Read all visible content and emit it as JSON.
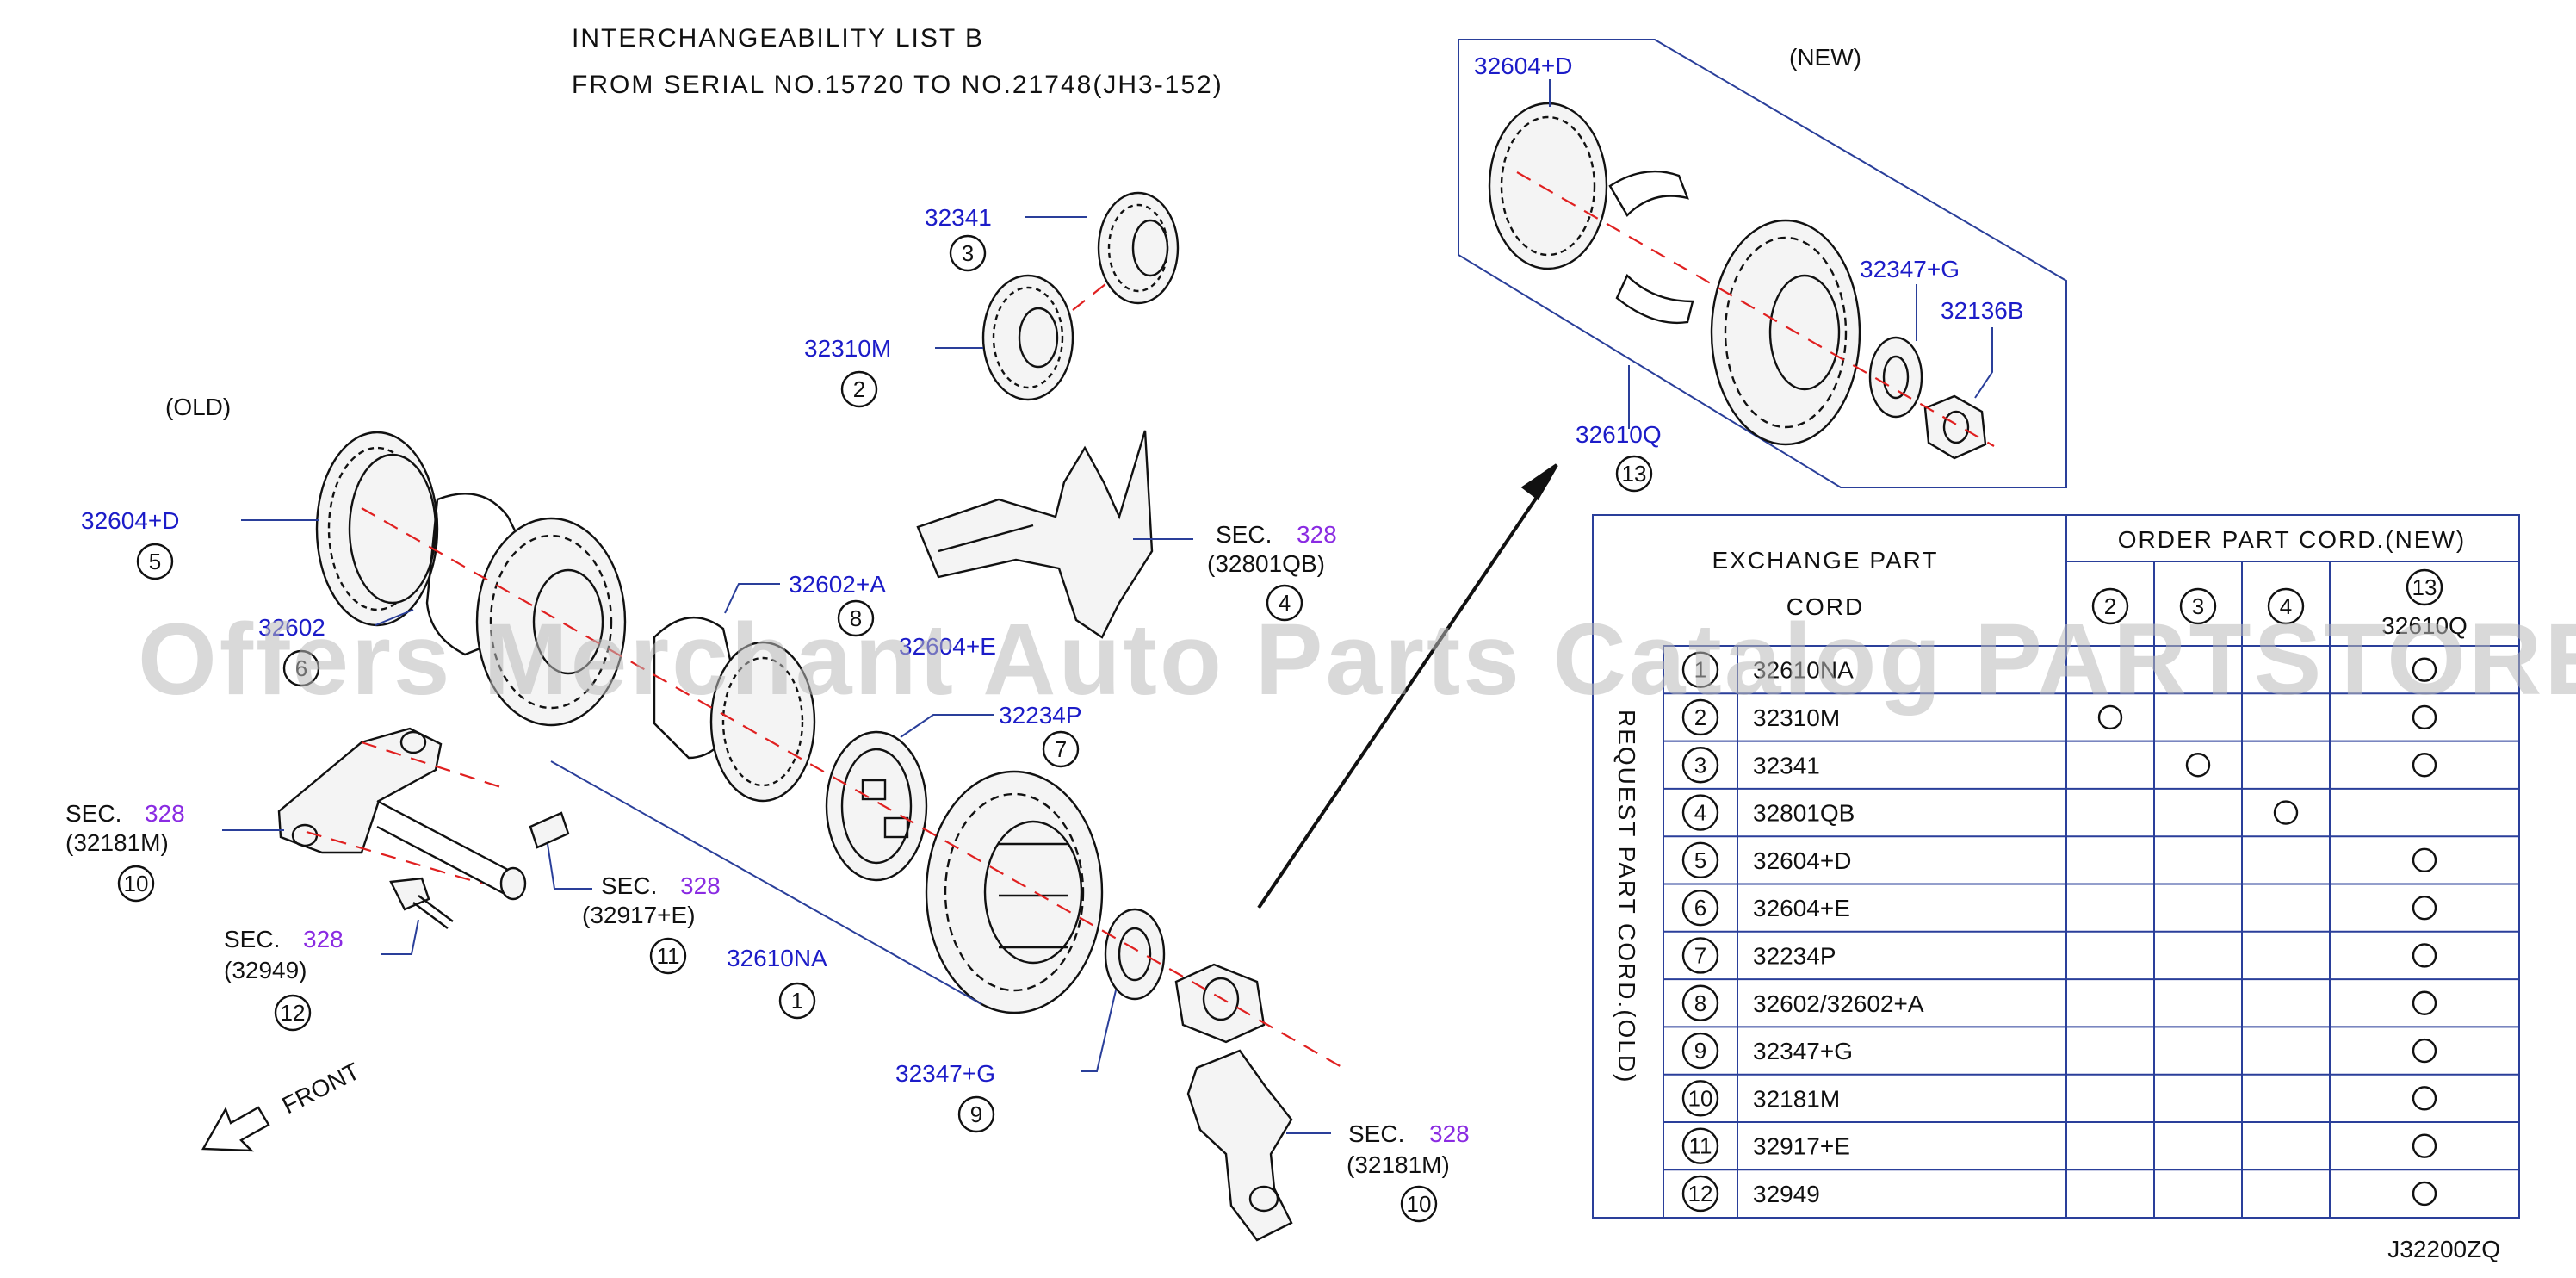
{
  "header": {
    "line1": "INTERCHANGEABILITY  LIST  B",
    "line2": "FROM  SERIAL  NO.15720  TO  NO.21748(JH3-152)"
  },
  "sections": {
    "old": "(OLD)",
    "new": "(NEW)"
  },
  "front_label": "FRONT",
  "watermark": "Offers Merchant Auto Parts Catalog PARTSTORE.SA",
  "diagram_code": "J32200ZQ",
  "callouts": {
    "p32341": {
      "code": "32341",
      "num": "3"
    },
    "p32310M": {
      "code": "32310M",
      "num": "2"
    },
    "p32604D_old": {
      "code": "32604+D",
      "num": "5"
    },
    "p32602": {
      "code": "32602",
      "num": "6"
    },
    "p32602A": {
      "code": "32602+A",
      "num": "8"
    },
    "p3260xE": {
      "code": "32604+E"
    },
    "p32234P": {
      "code": "32234P",
      "num": "7"
    },
    "sec_fork": {
      "sec": "SEC.",
      "secnum": "328",
      "ref": "(32801QB)",
      "num": "4"
    },
    "sec_32181M_a": {
      "sec": "SEC.",
      "secnum": "328",
      "ref": "(32181M)",
      "num": "10"
    },
    "sec_32917E": {
      "sec": "SEC.",
      "secnum": "328",
      "ref": "(32917+E)",
      "num": "11"
    },
    "sec_32949": {
      "sec": "SEC.",
      "secnum": "328",
      "ref": "(32949)",
      "num": "12"
    },
    "p32610NA": {
      "code": "32610NA",
      "num": "1"
    },
    "p32347G_old": {
      "code": "32347+G",
      "num": "9"
    },
    "sec_32181M_b": {
      "sec": "SEC.",
      "secnum": "328",
      "ref": "(32181M)",
      "num": "10"
    },
    "p32604D_new": {
      "code": "32604+D"
    },
    "p32347G_new": {
      "code": "32347+G"
    },
    "p32136B": {
      "code": "32136B"
    },
    "p32610Q": {
      "code": "32610Q",
      "num": "13"
    }
  },
  "table": {
    "exchange_header_1": "EXCHANGE  PART",
    "exchange_header_2": "CORD",
    "order_header": "ORDER  PART  CORD.(NEW)",
    "side_label": "REQUEST  PART  CORD.(OLD)",
    "col_nums": [
      "2",
      "3",
      "4",
      "13"
    ],
    "col_13_code": "32610Q",
    "rows": [
      {
        "num": "1",
        "code": "32610NA",
        "blue": true,
        "marks": [
          false,
          false,
          false,
          true
        ]
      },
      {
        "num": "2",
        "code": "32310M",
        "blue": true,
        "marks": [
          true,
          false,
          false,
          true
        ]
      },
      {
        "num": "3",
        "code": "32341",
        "blue": true,
        "marks": [
          false,
          true,
          false,
          true
        ]
      },
      {
        "num": "4",
        "code": "32801QB",
        "blue": false,
        "marks": [
          false,
          false,
          true,
          false
        ]
      },
      {
        "num": "5",
        "code": "32604+D",
        "blue": true,
        "marks": [
          false,
          false,
          false,
          true
        ]
      },
      {
        "num": "6",
        "code": "32604+E",
        "blue": true,
        "marks": [
          false,
          false,
          false,
          true
        ]
      },
      {
        "num": "7",
        "code": "32234P",
        "blue": true,
        "marks": [
          false,
          false,
          false,
          true
        ]
      },
      {
        "num": "8",
        "code": "32602/32602+A",
        "blue": false,
        "marks": [
          false,
          false,
          false,
          true
        ]
      },
      {
        "num": "9",
        "code": "32347+G",
        "blue": true,
        "marks": [
          false,
          false,
          false,
          true
        ]
      },
      {
        "num": "10",
        "code": "32181M",
        "blue": false,
        "marks": [
          false,
          false,
          false,
          true
        ]
      },
      {
        "num": "11",
        "code": "32917+E",
        "blue": false,
        "marks": [
          false,
          false,
          false,
          true
        ]
      },
      {
        "num": "12",
        "code": "32949",
        "blue": false,
        "marks": [
          false,
          false,
          false,
          true
        ]
      }
    ]
  },
  "colors": {
    "link": "#1c1cc8",
    "section": "#8a2be2",
    "axis": "#e02020",
    "frame": "#2a3f9a"
  }
}
